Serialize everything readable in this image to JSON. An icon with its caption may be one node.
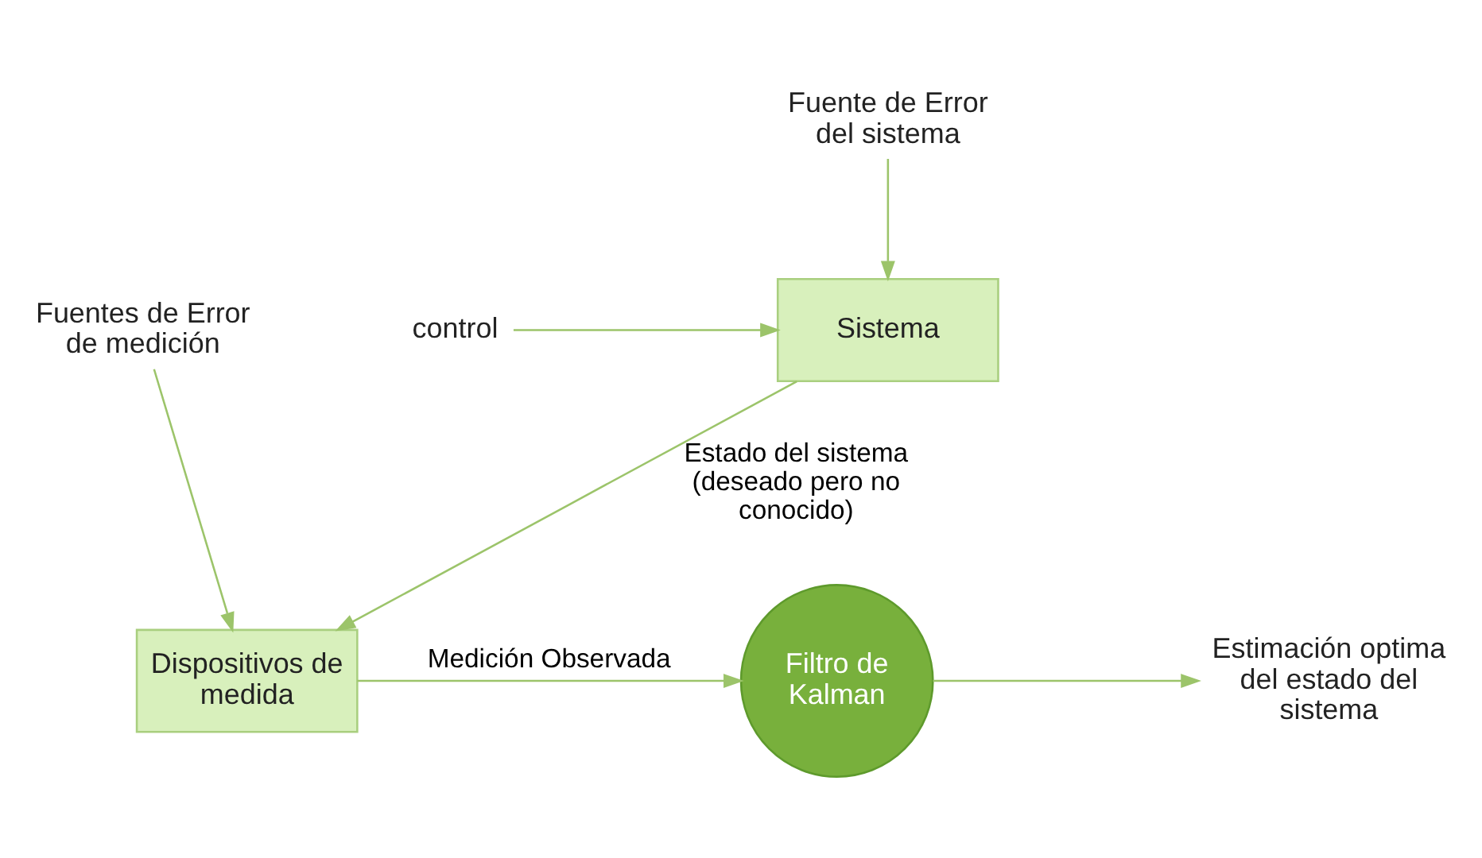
{
  "diagram": {
    "nodes": [
      {
        "text": [
          "Fuente de Error del sistema"
        ]
      },
      {
        "text": [
          "control"
        ]
      },
      {
        "text": [
          "Sistema"
        ]
      },
      {
        "text": [
          "Dispositivos de medida"
        ]
      },
      {
        "text": [
          "Fuentes de Error de medición"
        ]
      },
      {
        "text": [
          "Filtro de Kalman"
        ]
      },
      {
        "text": [
          "Estimación optima del estado del sistema"
        ]
      }
    ],
    "edges": [
      {
        "from": 0,
        "to": 2,
        "arrow": "to"
      },
      {
        "from": 1,
        "to": 2,
        "arrow": "to"
      },
      {
        "from": 2,
        "to": 3,
        "arrow": "to",
        "label": "Estado del sistema (deseado pero no conocido)"
      },
      {
        "from": 4,
        "to": 3,
        "arrow": "to"
      },
      {
        "from": 3,
        "to": 5,
        "arrow": "to",
        "label": "Medición Observada"
      },
      {
        "from": 5,
        "to": 6,
        "arrow": "to"
      }
    ]
  }
}
